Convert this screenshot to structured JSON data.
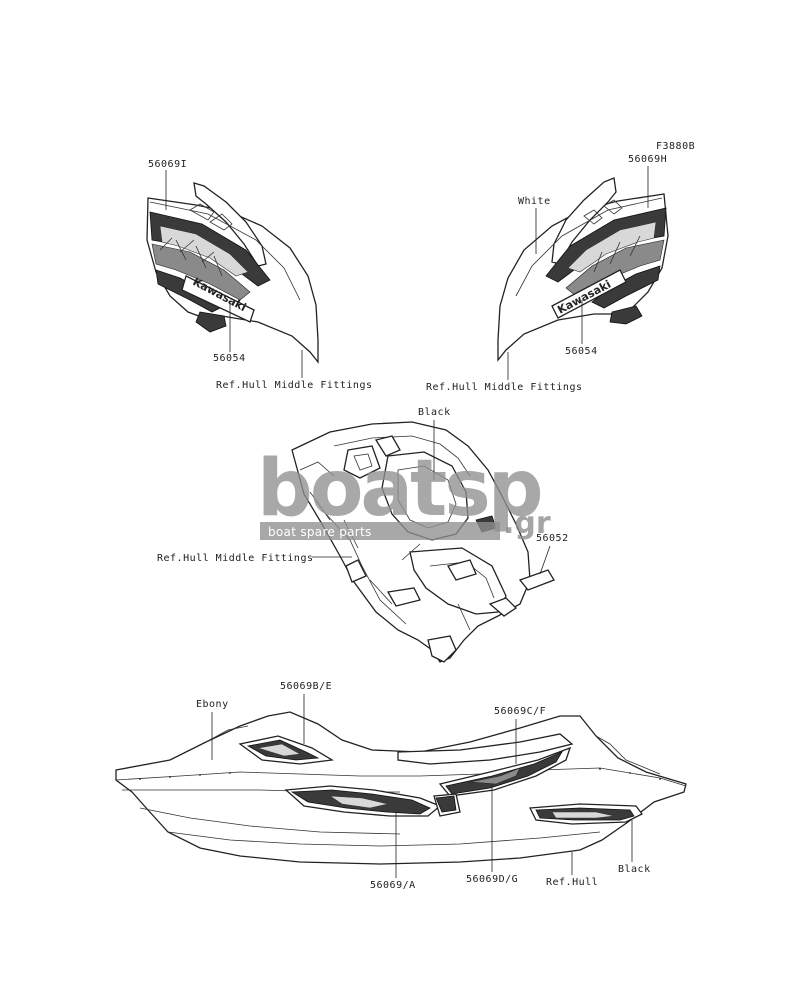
{
  "diagram": {
    "figure_code": "F3880B",
    "labels": {
      "left_decal": "56069I",
      "left_logo": "56054",
      "left_ref": "Ref.Hull Middle Fittings",
      "right_decal": "56069H",
      "right_color": "White",
      "right_logo": "56054",
      "right_ref": "Ref.Hull Middle Fittings",
      "deck_color": "Black",
      "deck_ref": "Ref.Hull Middle Fittings",
      "deck_part": "56052",
      "hull_color_top": "Ebony",
      "hull_decal_front": "56069B/E",
      "hull_decal_mid": "56069C/F",
      "hull_decal_lower": "56069/A",
      "hull_decal_d": "56069D/G",
      "hull_ref": "Ref.Hull",
      "hull_color_bottom": "Black"
    },
    "logo_text": "Kawasaki"
  },
  "watermark": {
    "brand": "boatsp",
    "tld": ".gr",
    "tagline": "boat spare parts"
  }
}
